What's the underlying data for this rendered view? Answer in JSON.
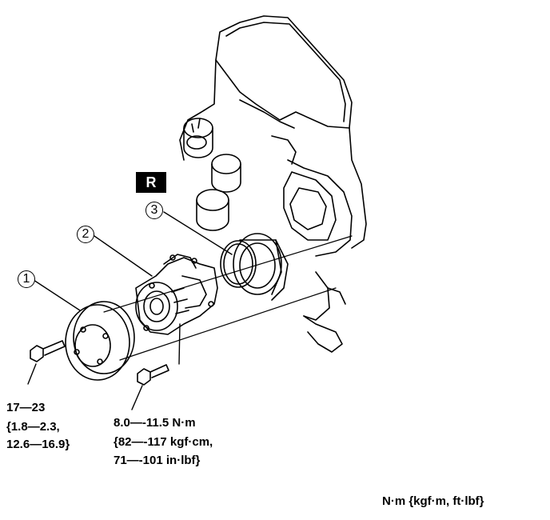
{
  "callouts": [
    {
      "number": "1",
      "part": "pulley"
    },
    {
      "number": "2",
      "part": "water-pump"
    },
    {
      "number": "3",
      "part": "o-ring"
    }
  ],
  "replace_badge": "R",
  "torque_pulley_bolt": {
    "line1": "17—23",
    "line2": "{1.8—2.3,",
    "line3": "12.6—16.9}"
  },
  "torque_pump_bolt": {
    "line1": "8.0—-11.5 N·m",
    "line2": "{82—-117 kgf·cm,",
    "line3": "71—-101 in·lbf}"
  },
  "units_note": "N·m {kgf·m, ft·lbf}",
  "colors": {
    "ink": "#000000",
    "paper": "#ffffff"
  }
}
